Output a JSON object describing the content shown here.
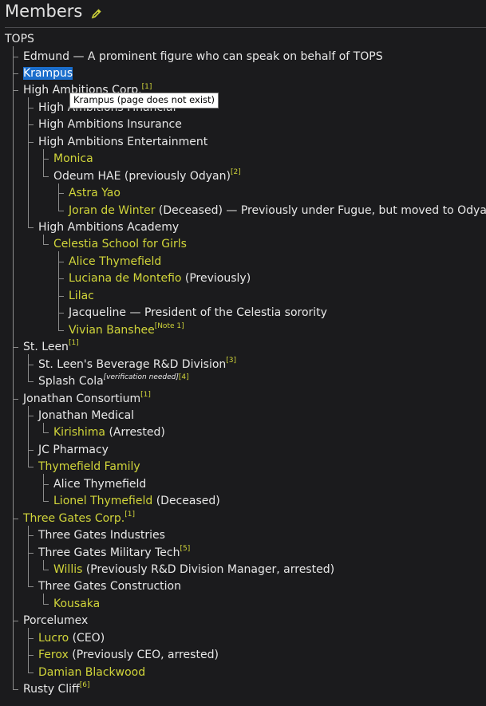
{
  "heading": "Members",
  "tooltip": "Krampus (page does not exist)",
  "root": "TOPS",
  "items": [
    {
      "id": "edmund",
      "level": 1,
      "link": false,
      "text": "Edmund",
      "suffix": " — A prominent figure who can speak on behalf of TOPS"
    },
    {
      "id": "krampus",
      "level": 1,
      "link": false,
      "selected": true,
      "text": "Krampus"
    },
    {
      "id": "high-ambitions-corp",
      "level": 1,
      "link": false,
      "text": "High Ambitions Corp.",
      "ref": "[1]"
    },
    {
      "id": "high-ambitions-financial",
      "level": 2,
      "link": false,
      "text": "High Ambitions Financial"
    },
    {
      "id": "high-ambitions-insurance",
      "level": 2,
      "link": false,
      "text": "High Ambitions Insurance"
    },
    {
      "id": "high-ambitions-entertainment",
      "level": 2,
      "link": false,
      "text": "High Ambitions Entertainment"
    },
    {
      "id": "monica",
      "level": 3,
      "link": true,
      "text": "Monica"
    },
    {
      "id": "odeum-hae",
      "level": 3,
      "link": false,
      "text": "Odeum HAE (previously Odyan)",
      "ref": "[2]"
    },
    {
      "id": "astra-yao",
      "level": 4,
      "link": true,
      "text": "Astra Yao"
    },
    {
      "id": "joran-de-winter",
      "level": 4,
      "link": true,
      "text": "Joran de Winter",
      "suffix": " (Deceased) — Previously under Fugue, but moved to Odyan."
    },
    {
      "id": "high-ambitions-academy",
      "level": 2,
      "link": false,
      "text": "High Ambitions Academy"
    },
    {
      "id": "celestia-school",
      "level": 3,
      "link": true,
      "text": "Celestia School for Girls"
    },
    {
      "id": "alice-thymefield-1",
      "level": 4,
      "link": true,
      "text": "Alice Thymefield"
    },
    {
      "id": "luciana-de-montefio",
      "level": 4,
      "link": true,
      "text": "Luciana de Montefio",
      "suffix": " (Previously)"
    },
    {
      "id": "lilac",
      "level": 4,
      "link": true,
      "text": "Lilac"
    },
    {
      "id": "jacqueline",
      "level": 4,
      "link": false,
      "text": "Jacqueline",
      "suffix": " — President of the Celestia sorority"
    },
    {
      "id": "vivian-banshee",
      "level": 4,
      "link": true,
      "text": "Vivian Banshee",
      "ref": "[Note 1]"
    },
    {
      "id": "st-leen",
      "level": 1,
      "link": false,
      "text": "St. Leen",
      "ref": "[1]"
    },
    {
      "id": "st-leens-beverage",
      "level": 2,
      "link": false,
      "text": "St. Leen's Beverage R&D Division",
      "ref": "[3]"
    },
    {
      "id": "splash-cola",
      "level": 2,
      "link": false,
      "text": "Splash Cola",
      "refItalic": "[verification needed]",
      "ref": "[4]"
    },
    {
      "id": "jonathan-consortium",
      "level": 1,
      "link": false,
      "text": "Jonathan Consortium",
      "ref": "[1]"
    },
    {
      "id": "jonathan-medical",
      "level": 2,
      "link": false,
      "text": "Jonathan Medical"
    },
    {
      "id": "kirishima",
      "level": 3,
      "link": true,
      "text": "Kirishima",
      "suffix": " (Arrested)"
    },
    {
      "id": "jc-pharmacy",
      "level": 2,
      "link": false,
      "text": "JC Pharmacy"
    },
    {
      "id": "thymefield-family",
      "level": 2,
      "link": true,
      "text": "Thymefield Family"
    },
    {
      "id": "alice-thymefield-2",
      "level": 3,
      "link": false,
      "text": "Alice Thymefield"
    },
    {
      "id": "lionel-thymefield",
      "level": 3,
      "link": true,
      "text": "Lionel Thymefield",
      "suffix": " (Deceased)"
    },
    {
      "id": "three-gates-corp",
      "level": 1,
      "link": true,
      "text": "Three Gates Corp.",
      "ref": "[1]"
    },
    {
      "id": "three-gates-industries",
      "level": 2,
      "link": false,
      "text": "Three Gates Industries"
    },
    {
      "id": "three-gates-military",
      "level": 2,
      "link": false,
      "text": "Three Gates Military Tech",
      "ref": "[5]"
    },
    {
      "id": "willis",
      "level": 3,
      "link": true,
      "text": "Willis",
      "suffix": " (Previously R&D Division Manager, arrested)"
    },
    {
      "id": "three-gates-construction",
      "level": 2,
      "link": false,
      "text": "Three Gates Construction"
    },
    {
      "id": "kousaka",
      "level": 3,
      "link": true,
      "text": "Kousaka"
    },
    {
      "id": "porcelumex",
      "level": 1,
      "link": false,
      "text": "Porcelumex"
    },
    {
      "id": "lucro",
      "level": 2,
      "link": true,
      "text": "Lucro",
      "suffix": " (CEO)"
    },
    {
      "id": "ferox",
      "level": 2,
      "link": true,
      "text": "Ferox",
      "suffix": " (Previously CEO, arrested)"
    },
    {
      "id": "damian-blackwood",
      "level": 2,
      "link": true,
      "text": "Damian Blackwood"
    },
    {
      "id": "rusty-cliff",
      "level": 1,
      "link": false,
      "text": "Rusty Cliff",
      "ref": "[6]"
    }
  ]
}
